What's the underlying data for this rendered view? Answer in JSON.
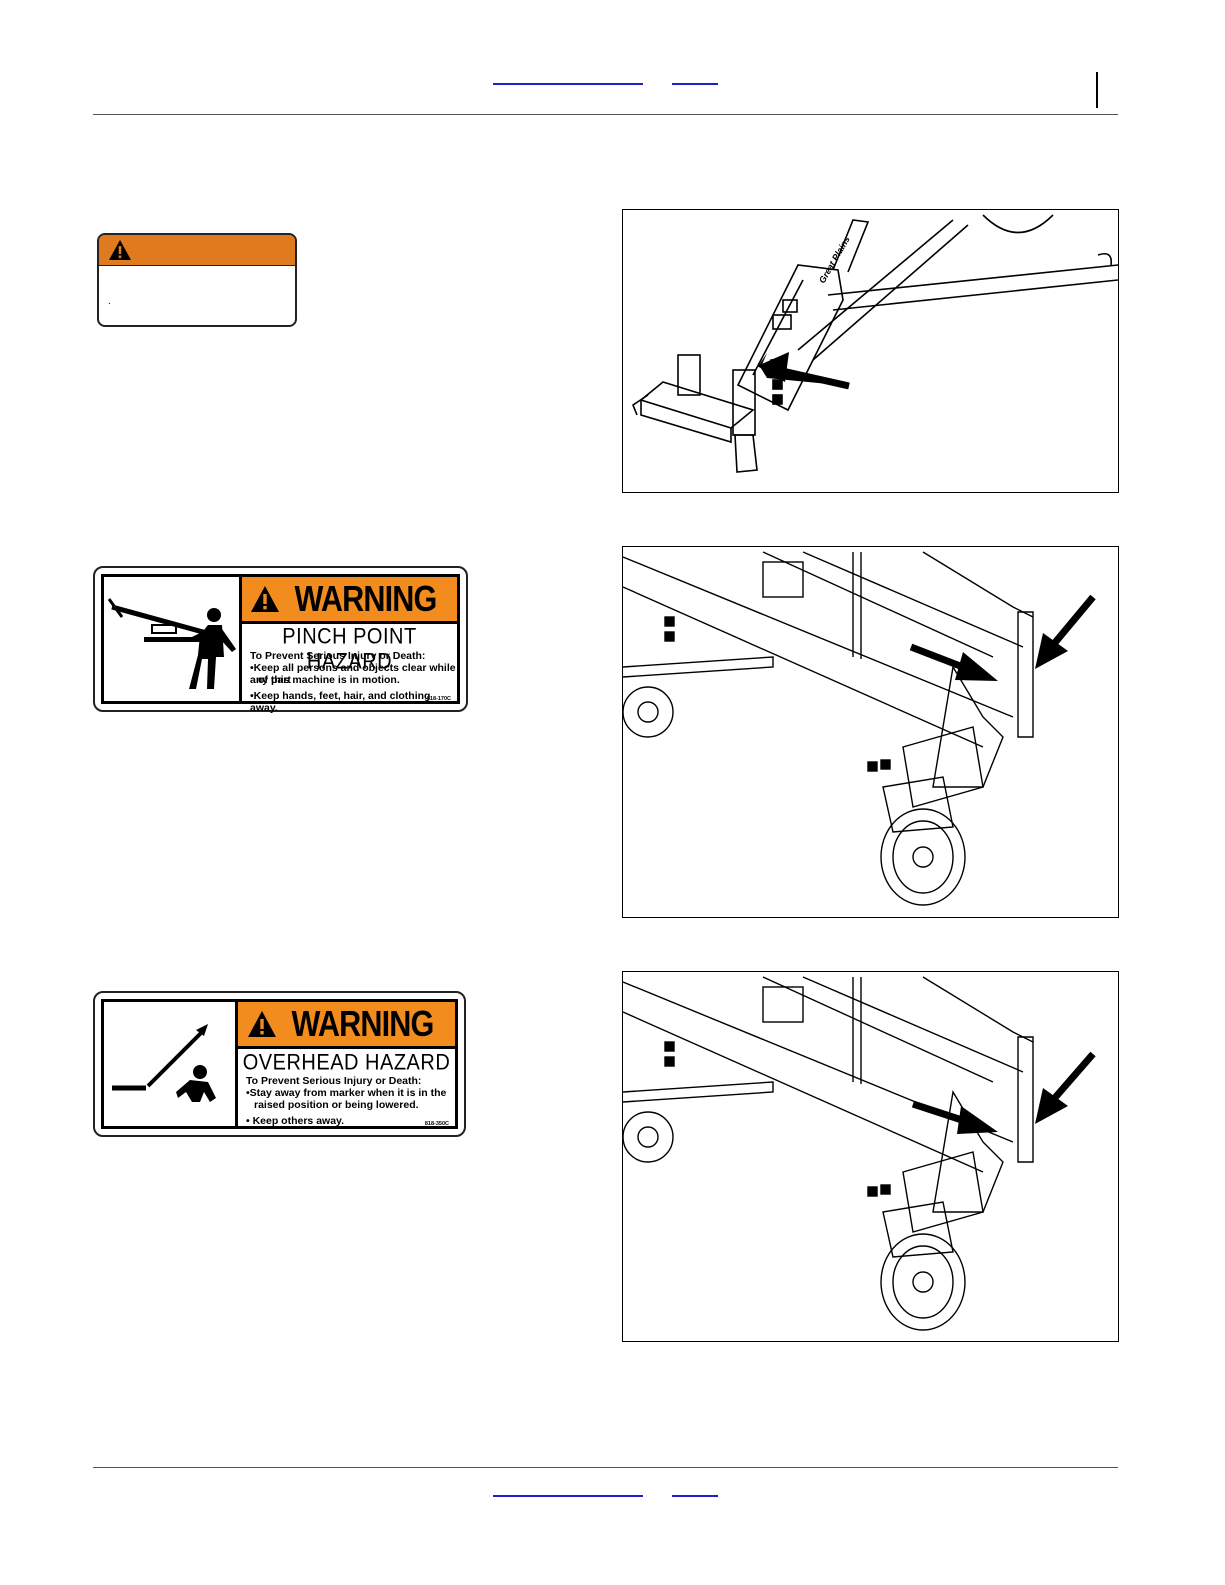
{
  "decals": {
    "pinch": {
      "signal_word": "WARNING",
      "hazard": "PINCH POINT HAZARD",
      "lead": "To Prevent Serious Injury or Death:",
      "bullet1_line1": "•Keep all persons and objects clear while any part",
      "bullet1_line2": "of this machine is in motion.",
      "bullet2": "•Keep hands, feet, hair, and clothing away.",
      "code": "818-170C"
    },
    "overhead": {
      "signal_word": "WARNING",
      "hazard": "OVERHEAD HAZARD",
      "lead": "To Prevent Serious Injury or Death:",
      "bullet1_line1": "•Stay away from marker when it is in the",
      "bullet1_line2": "raised position or being lowered.",
      "bullet2": "• Keep others away.",
      "code": "818-350C"
    }
  },
  "figure1": {
    "brand_mark": "Great Plains"
  },
  "warning_box": {
    "dot": "."
  },
  "colors": {
    "warning_orange": "#f28c1e",
    "box_orange": "#e07a1f",
    "link_blue": "#1f1fd0"
  }
}
